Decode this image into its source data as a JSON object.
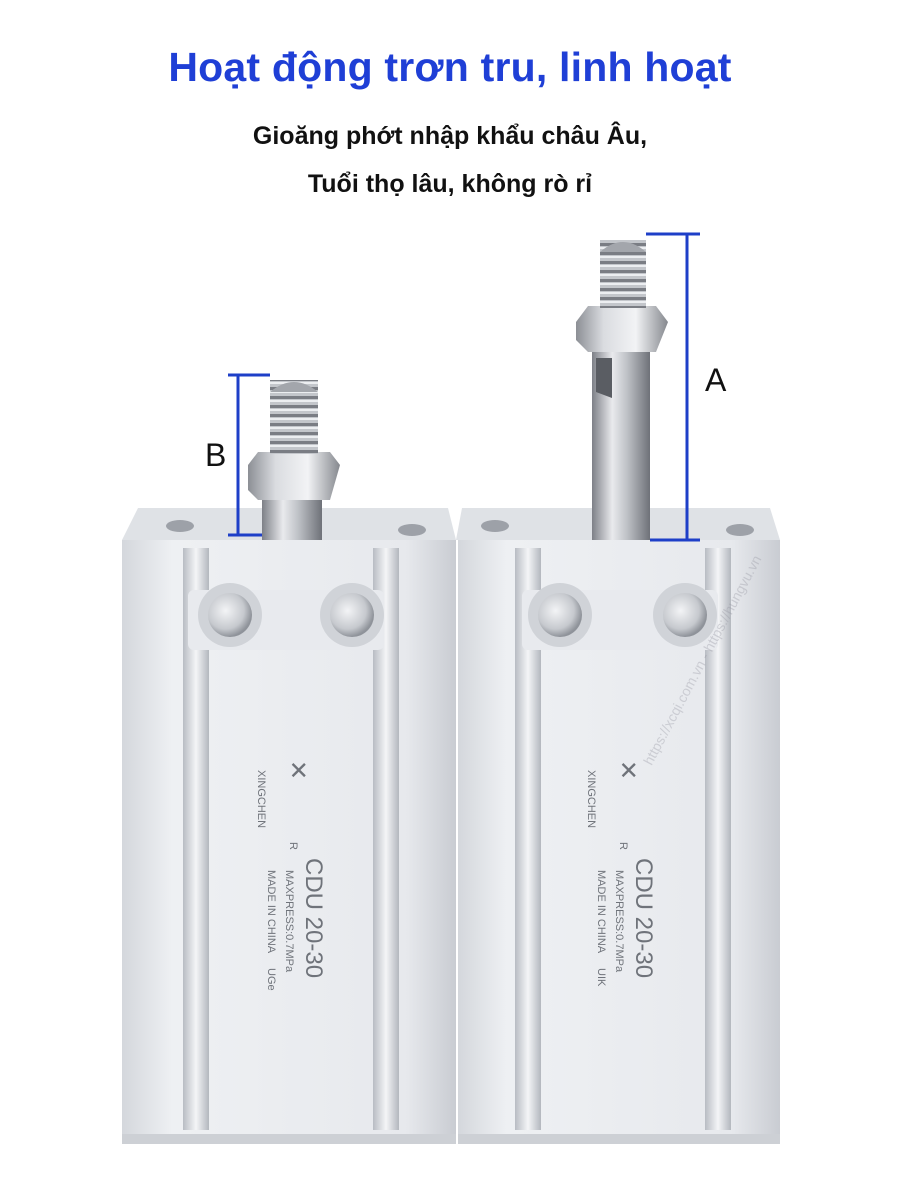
{
  "header": {
    "title": "Hoạt động trơn tru, linh hoạt",
    "subtitle_line1": "Gioăng phớt nhập khẩu châu Âu,",
    "subtitle_line2": "Tuổi thọ lâu, không rò rỉ"
  },
  "dimensions": {
    "label_a": "A",
    "label_b": "B"
  },
  "cylinders": [
    {
      "brand": "XINGCHEN",
      "model": "CDU 20-30",
      "pressure": "MAXPRESS:0.7MPa",
      "origin": "MADE IN CHINA",
      "code": "UGe",
      "registered_mark": "R"
    },
    {
      "brand": "XINGCHEN",
      "model": "CDU 20-30",
      "pressure": "MAXPRESS:0.7MPa",
      "origin": "MADE IN CHINA",
      "code": "UIK",
      "registered_mark": "R"
    }
  ],
  "watermark": "https://xcqi.com.vn - https://hungvu.vn",
  "colors": {
    "title_blue": "#1f3fd6",
    "dimension_line": "#1e3fc8",
    "aluminum_body": "#e6e8ec"
  }
}
